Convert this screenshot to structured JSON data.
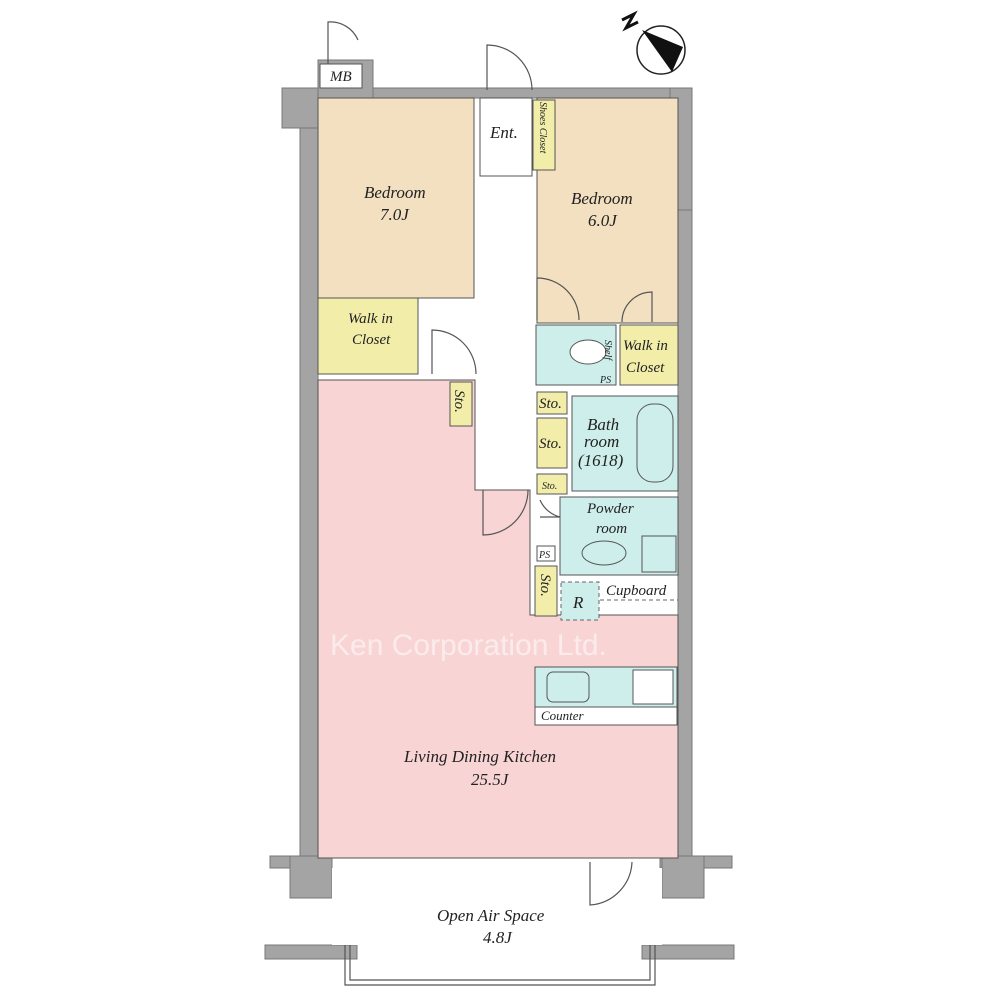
{
  "rooms": {
    "bedroom1": {
      "name": "Bedroom",
      "size": "7.0J"
    },
    "bedroom2": {
      "name": "Bedroom",
      "size": "6.0J"
    },
    "entrance": "Ent.",
    "shoes_closet": "Shoes Closet",
    "mb": "MB",
    "walk_in_closet1": [
      "Walk in",
      "Closet"
    ],
    "walk_in_closet2": [
      "Walk in",
      "Closet"
    ],
    "storage": "Sto.",
    "bathroom": [
      "Bath",
      "room",
      "(1618)"
    ],
    "powder_room": [
      "Powder",
      "room"
    ],
    "ps": "PS",
    "shelf": "Shelf",
    "cupboard": "Cupboard",
    "refrigerator": "R",
    "counter": "Counter",
    "ldk": {
      "name": "Living Dining Kitchen",
      "size": "25.5J"
    },
    "open_air": {
      "name": "Open Air Space",
      "size": "4.8J"
    }
  },
  "watermark": "Ken Corporation Ltd.",
  "colors": {
    "bedroom": "#f3e0c0",
    "closet": "#f2eeaa",
    "wet": "#cdeeea",
    "ldk": "#f8d4d4",
    "wall": "#a4a4a4"
  }
}
